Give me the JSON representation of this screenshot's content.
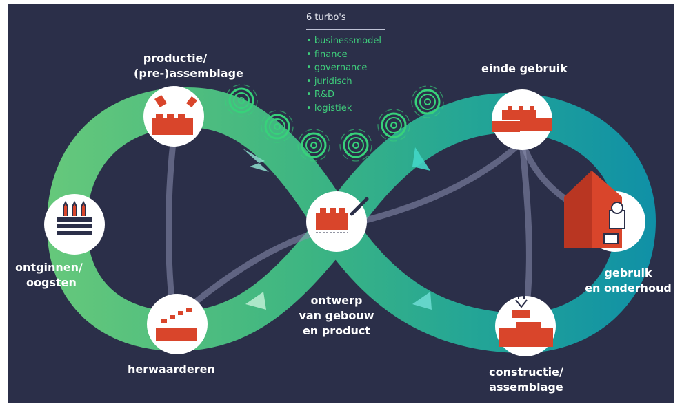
{
  "turbos": {
    "title": "6 turbo's",
    "items": [
      "businessmodel",
      "finance",
      "governance",
      "juridisch",
      "R&D",
      "logistiek"
    ]
  },
  "stages": {
    "productie_line1": "productie/",
    "productie_line2": "(pre-)assemblage",
    "ontginnen_line1": "ontginnen/",
    "ontginnen_line2": "oogsten",
    "herwaarderen": "herwaarderen",
    "ontwerp_line1": "ontwerp",
    "ontwerp_line2": "van gebouw",
    "ontwerp_line3": "en product",
    "einde": "einde gebruik",
    "gebruik_line1": "gebruik",
    "gebruik_line2": "en onderhoud",
    "constructie_line1": "constructie/",
    "constructie_line2": "assemblage"
  },
  "colors": {
    "background": "#2b2f49",
    "loop_green": "#5fc378",
    "loop_teal": "#1a9aa6",
    "brick": "#d9452b",
    "turbo_text": "#3fce7c"
  },
  "icons": [
    "brick-bottles-icon",
    "bottles-pallet-icon",
    "bricks-stack-icon",
    "brick-pencil-icon",
    "bricks-pile-icon",
    "house-figure-icon",
    "crane-bricks-icon",
    "gear-wheel-icon"
  ]
}
